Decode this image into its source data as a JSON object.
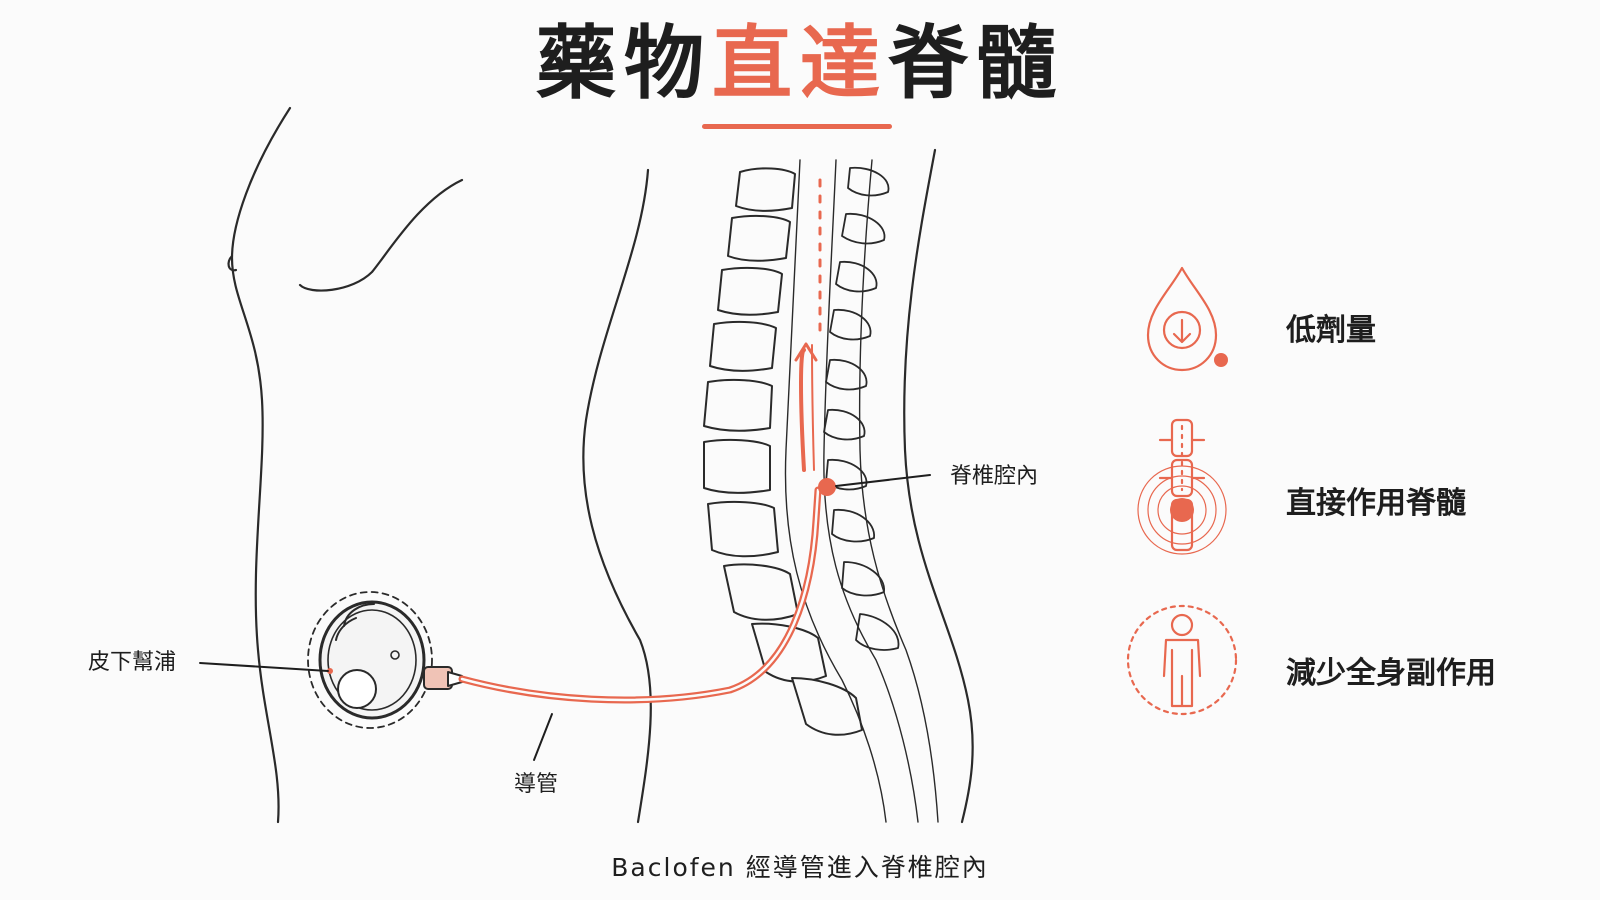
{
  "title": {
    "part1": "藥物",
    "highlight": "直達",
    "part2": "脊髓"
  },
  "labels": {
    "pump": "皮下幫浦",
    "catheter": "導管",
    "intrathecal": "脊椎腔內"
  },
  "caption": "Baclofen 經導管進入脊椎腔內",
  "features": [
    {
      "icon": "drop-down-arrow-icon",
      "label": "低劑量"
    },
    {
      "icon": "spine-target-icon",
      "label": "直接作用脊髓"
    },
    {
      "icon": "person-circle-icon",
      "label": "減少全身副作用"
    }
  ],
  "colors": {
    "accent": "#e8684f",
    "ink": "#1e1e1e",
    "background": "#fbfbfb"
  }
}
